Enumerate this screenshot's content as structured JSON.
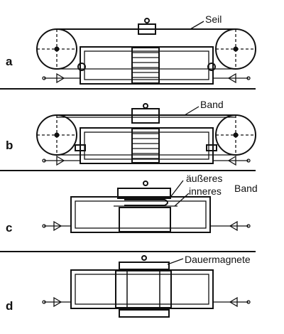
{
  "panels": {
    "a": {
      "letter": "a",
      "label": "Seil"
    },
    "b": {
      "letter": "b",
      "label": "Band"
    },
    "c": {
      "letter": "c",
      "label_outer": "äußeres",
      "label_inner": "inneres",
      "label_band": "Band"
    },
    "d": {
      "letter": "d",
      "label": "Dauermagnete"
    }
  }
}
